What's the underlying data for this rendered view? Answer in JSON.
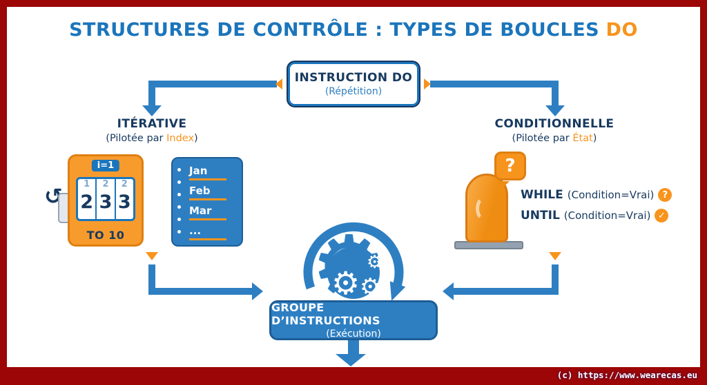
{
  "colors": {
    "title_blue": "#1b75bb",
    "arrow_blue": "#2e7fc2",
    "navy": "#17395f",
    "orange": "#f7941d",
    "frame_red": "#9c0606"
  },
  "icons": {
    "gear": "⚙",
    "rotate_ccw": "↺"
  },
  "title": {
    "text": "STRUCTURES DE CONTRÔLE : TYPES DE BOUCLES",
    "highlight": "DO"
  },
  "instruction_box": {
    "title": "INSTRUCTION DO",
    "subtitle": "(Répétition)"
  },
  "left_section": {
    "title": "ITÉRATIVE",
    "subtitle_prefix": "(Pilotée par",
    "subtitle_highlight": "Index",
    "subtitle_suffix": ")",
    "counter": {
      "top_label": "i=1",
      "upper_digits": [
        "1",
        "2",
        "2"
      ],
      "digits": [
        "2",
        "3",
        "3"
      ],
      "bottom_label": "TO 10"
    },
    "list": {
      "items": [
        "Jan",
        "Feb",
        "Mar",
        "..."
      ]
    }
  },
  "right_section": {
    "title": "CONDITIONNELLE",
    "subtitle_prefix": "(Pilotée par",
    "subtitle_highlight": "État",
    "subtitle_suffix": ")",
    "bubble_text": "?",
    "conditions": [
      {
        "keyword": "WHILE",
        "text": "(Condition=Vrai)",
        "badge": "?"
      },
      {
        "keyword": "UNTIL",
        "text": "(Condition=Vrai)",
        "badge": "✓"
      }
    ]
  },
  "execution_box": {
    "title": "GROUPE D’INSTRUCTIONS",
    "subtitle": "(Exécution)"
  },
  "footer": {
    "copyright": "(c) https://www.wearecas.eu"
  }
}
